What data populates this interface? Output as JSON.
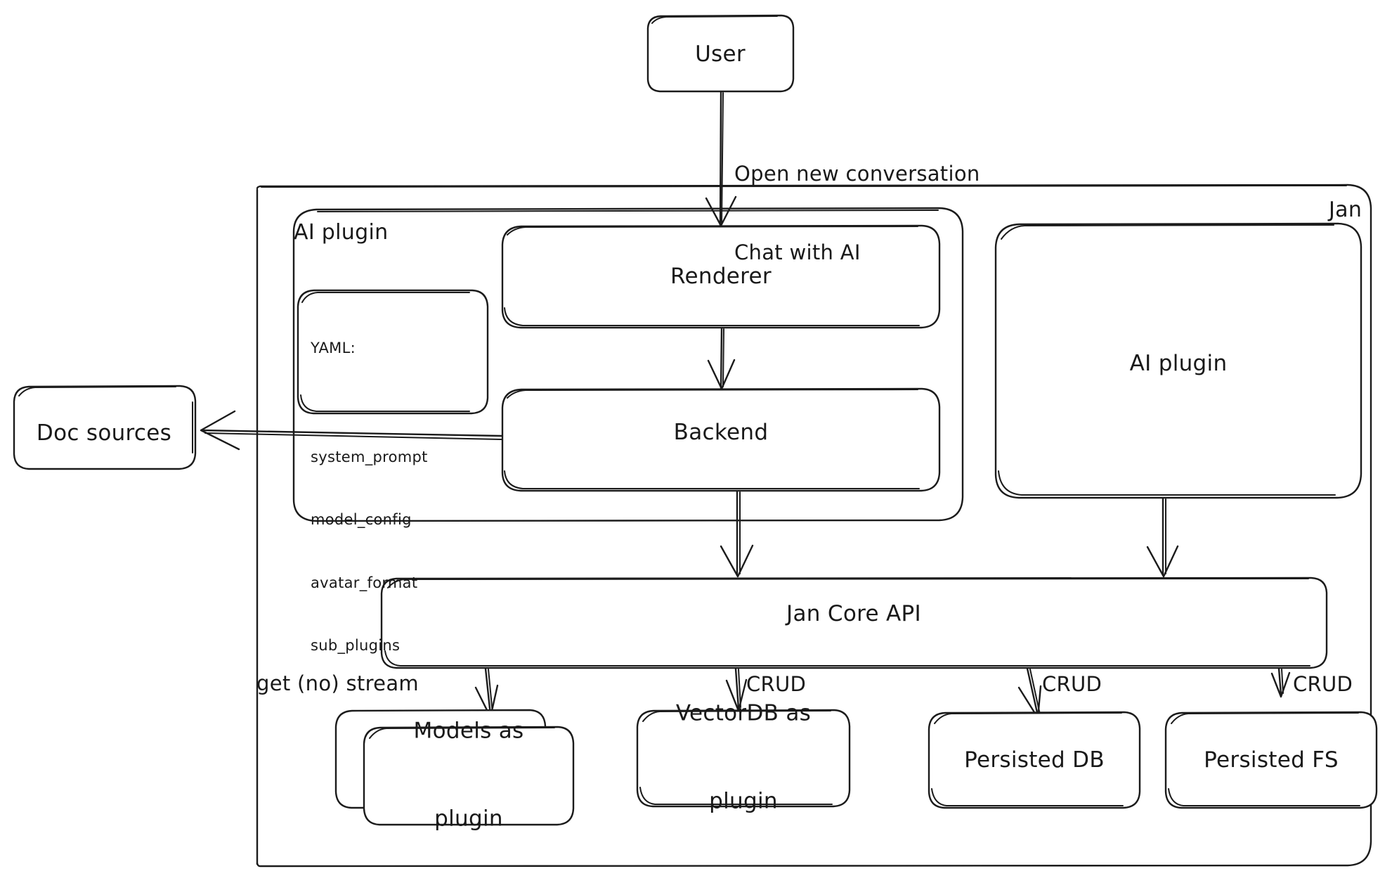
{
  "diagram": {
    "title_visible": false,
    "style": "hand-drawn sketch",
    "stroke_color": "#1b1b1b",
    "background_color": "#ffffff"
  },
  "containers": [
    {
      "id": "jan",
      "label": "Jan",
      "label_position": "top-right"
    },
    {
      "id": "ai-plugin-group",
      "label": "AI plugin",
      "label_position": "top-left"
    }
  ],
  "nodes": [
    {
      "id": "user",
      "label": "User"
    },
    {
      "id": "doc-sources",
      "label": "Doc sources"
    },
    {
      "id": "renderer",
      "label": "Renderer"
    },
    {
      "id": "backend",
      "label": "Backend"
    },
    {
      "id": "ai-plugin-box",
      "label": "AI plugin"
    },
    {
      "id": "jan-core-api",
      "label": "Jan Core API"
    },
    {
      "id": "models-as-plugin",
      "label": "Models as\nplugin",
      "line1": "Models as",
      "line2": "plugin"
    },
    {
      "id": "vectordb-as-plugin",
      "label": "VectorDB as\nplugin",
      "line1": "VectorDB as",
      "line2": "plugin"
    },
    {
      "id": "persisted-db",
      "label": "Persisted DB"
    },
    {
      "id": "persisted-fs",
      "label": "Persisted FS"
    }
  ],
  "yaml_note": {
    "title": "YAML:",
    "keys": [
      "system_prompt",
      "model_config",
      "avatar_format",
      "sub_plugins"
    ]
  },
  "edges": [
    {
      "id": "user-to-renderer",
      "from": "user",
      "to": "renderer",
      "label_line1": "Open new conversation",
      "label_line2": "Chat with AI"
    },
    {
      "id": "renderer-to-backend",
      "from": "renderer",
      "to": "backend",
      "label": ""
    },
    {
      "id": "backend-to-doc-sources",
      "from": "backend",
      "to": "doc-sources",
      "label": ""
    },
    {
      "id": "backend-to-core-api",
      "from": "backend",
      "to": "jan-core-api",
      "label": ""
    },
    {
      "id": "ai-plugin-to-core-api",
      "from": "ai-plugin-box",
      "to": "jan-core-api",
      "label": ""
    },
    {
      "id": "core-api-to-models",
      "from": "jan-core-api",
      "to": "models-as-plugin",
      "label": "get (no) stream"
    },
    {
      "id": "core-api-to-vectordb",
      "from": "jan-core-api",
      "to": "vectordb-as-plugin",
      "label": "CRUD"
    },
    {
      "id": "core-api-to-persisted-db",
      "from": "jan-core-api",
      "to": "persisted-db",
      "label": "CRUD"
    },
    {
      "id": "core-api-to-persisted-fs",
      "from": "jan-core-api",
      "to": "persisted-fs",
      "label": "CRUD"
    }
  ]
}
